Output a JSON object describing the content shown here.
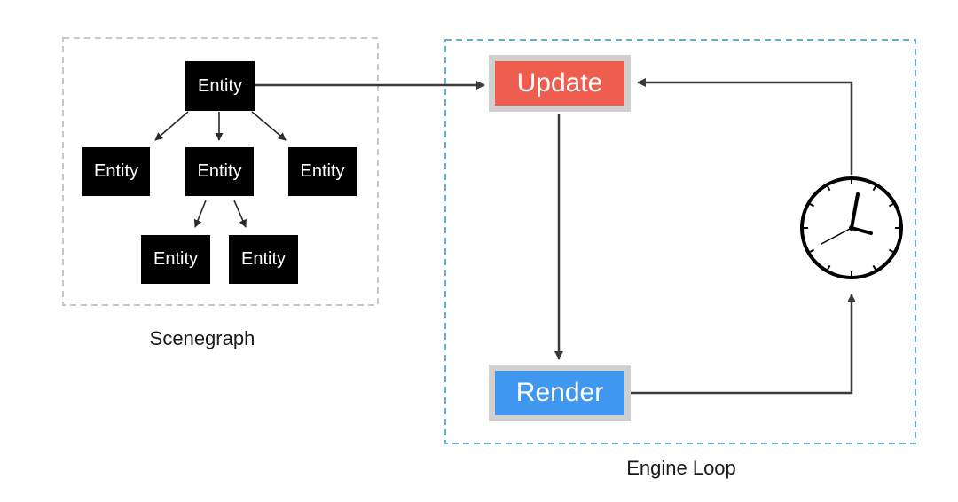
{
  "scenegraph": {
    "label": "Scenegraph",
    "root": "Entity",
    "children": [
      "Entity",
      "Entity",
      "Entity"
    ],
    "grandchildren": [
      "Entity",
      "Entity"
    ]
  },
  "engine_loop": {
    "label": "Engine Loop",
    "update_label": "Update",
    "render_label": "Render"
  },
  "colors": {
    "update": "#ee5d4e",
    "render": "#3f97f0",
    "scenegraph_border": "#c8c8c8",
    "engine_border": "#5fb0d3",
    "arrow": "#3a3a3a",
    "entity_bg": "#000000"
  },
  "icons": {
    "clock": "clock-icon"
  }
}
